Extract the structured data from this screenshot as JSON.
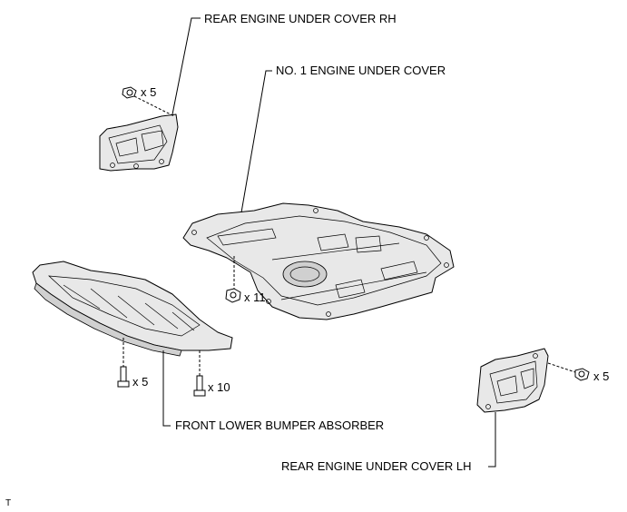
{
  "labels": {
    "rear_rh": "REAR ENGINE UNDER COVER RH",
    "no1": "NO. 1 ENGINE UNDER COVER",
    "front_lower": "FRONT LOWER BUMPER ABSORBER",
    "rear_lh": "REAR ENGINE UNDER COVER LH"
  },
  "fasteners": {
    "rh_clip": "x 5",
    "center_clip": "x 11",
    "front_bolt_a": "x 5",
    "front_bolt_b": "x 10",
    "lh_clip": "x 5"
  },
  "corner_mark": "T"
}
